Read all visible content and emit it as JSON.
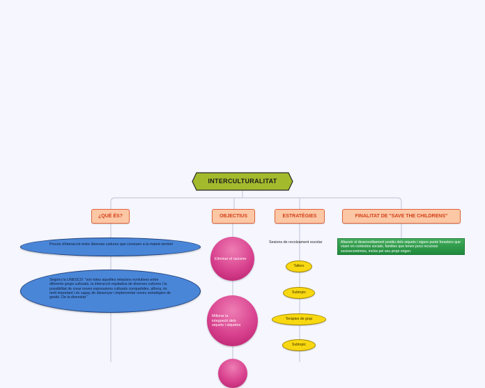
{
  "root": {
    "label": "INTERCULTURALITAT"
  },
  "categories": [
    {
      "label": "¿QUÉ ÉS?"
    },
    {
      "label": "OBJECTIUS"
    },
    {
      "label": "ESTRATÈGIES"
    },
    {
      "label": "FINALITAT DE \"SAVE THE CHILDRENS\""
    }
  ],
  "que_es": {
    "items": [
      "Procés d'interacció entre diverses cultures que conviuen a la mateix territori",
      "Segons la UNESCO: \"son totes aquelles relacions evolutives entre diferents grups culturals, la interacció equitativa de diverses cultures i la possibilitat de crear noves expressions culturals compartides, alhora, és molt important i és capaç de dissenyar i implementar noves estratègies de gestió. De la diversitat \""
    ]
  },
  "objectius": {
    "items": [
      "Eliminar el racisme",
      "Millorar la integració dels siquets i siquetes"
    ]
  },
  "estrategies": {
    "header": "Sesions de recolzament escolar",
    "items": [
      "Tallers",
      "Subtopic",
      "Teràpies de grup",
      "Subtopic"
    ]
  },
  "finalitat": {
    "text": "Afavorir el desenvolitament positiu dels siquets i sigure punts forasters que viuen en contextos socials, families que tenen pocs recursos socioeconòmics, inclús pel seu propi origen."
  },
  "colors": {
    "background": "#f5f6fe",
    "root_fill": "#a4ba2d",
    "category_fill": "#fcc7a4",
    "category_text": "#d2401b",
    "ellipse_fill": "#4a86d8",
    "circle_fill": "#d8418e",
    "pill_fill": "#f8d811",
    "green_fill": "#2f9b4a",
    "connector": "#c7cbd9"
  }
}
